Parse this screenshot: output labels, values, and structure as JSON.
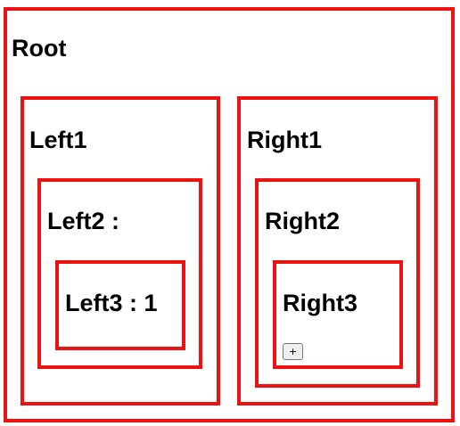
{
  "root": {
    "label": "Root",
    "left1": {
      "label": "Left1",
      "left2": {
        "label": "Left2 :",
        "left3": {
          "label": "Left3 : 1"
        }
      }
    },
    "right1": {
      "label": "Right1",
      "right2": {
        "label": "Right2",
        "right3": {
          "label": "Right3",
          "increment_label": "+"
        }
      }
    }
  },
  "colors": {
    "border": "#ee1111",
    "text": "#000000",
    "background": "#ffffff"
  }
}
